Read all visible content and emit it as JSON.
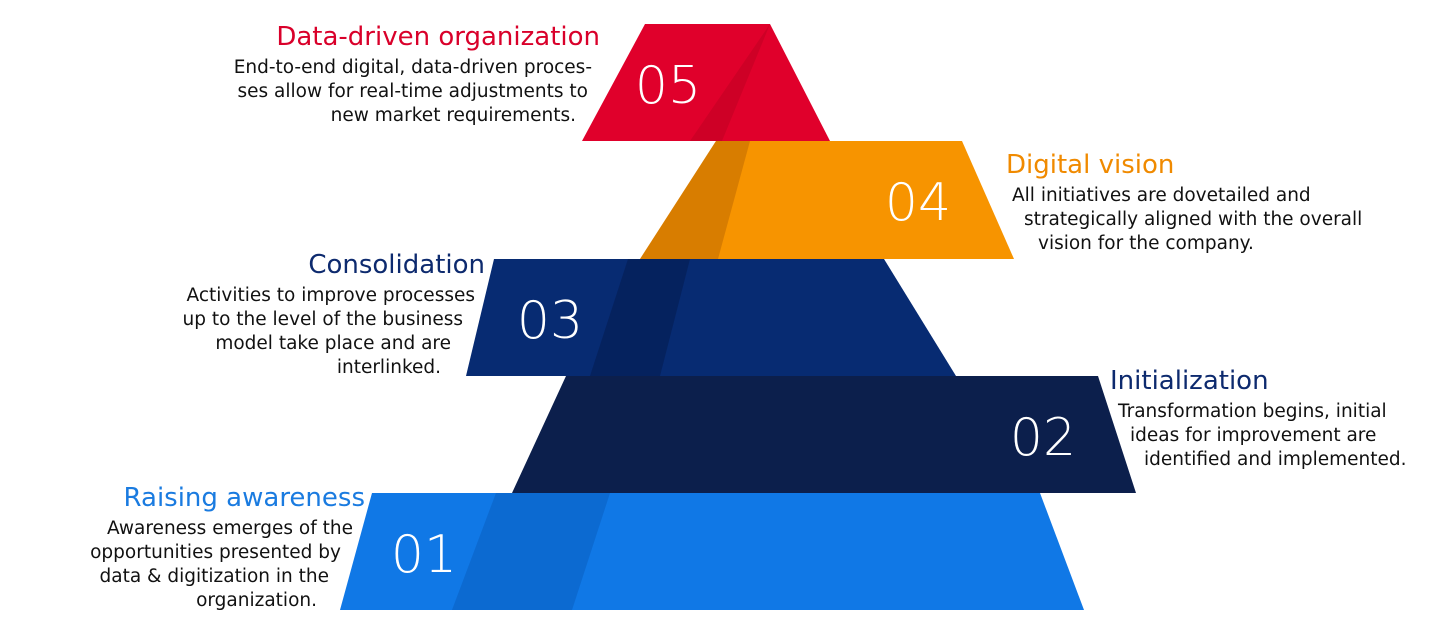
{
  "colors": {
    "level5": "#e0002b",
    "level4": "#f79400",
    "level3": "#072b72",
    "level2": "#0c1f4c",
    "level1": "#1078e6",
    "title5": "#d9002a",
    "title4": "#f08a00",
    "title3": "#0d2a6e",
    "title2": "#0d2a6e",
    "title1": "#1a7be0"
  },
  "levels": [
    {
      "number": "05",
      "title": "Data-driven organization",
      "lines": [
        "End-to-end digital, data-driven proces-",
        "ses allow for real-time adjustments to",
        "new market requirements."
      ]
    },
    {
      "number": "04",
      "title": "Digital vision",
      "lines": [
        "All initiatives are dovetailed and",
        "strategically aligned with the overall",
        "vision for the company."
      ]
    },
    {
      "number": "03",
      "title": "Consolidation",
      "lines": [
        "Activities to improve processes",
        "up to the level of the business",
        "model take place and are",
        "interlinked."
      ]
    },
    {
      "number": "02",
      "title": "Initialization",
      "lines": [
        "Transformation begins, initial",
        "ideas for improvement are",
        "identified and implemented."
      ]
    },
    {
      "number": "01",
      "title": "Raising awareness",
      "lines": [
        "Awareness emerges of the",
        "opportunities presented by",
        "data & digitization in the",
        "organization."
      ]
    }
  ]
}
